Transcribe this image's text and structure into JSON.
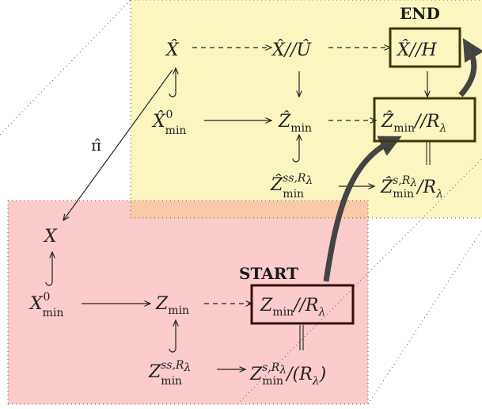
{
  "panels": {
    "top_color": "#fbf6c0",
    "bottom_color": "#fccbcb",
    "overlap_color": "#f9c9a8"
  },
  "labels": {
    "start": "START",
    "end": "END"
  },
  "map_label": "π̂",
  "boxes": {
    "end_color": "#3b3a09",
    "start_color": "#3a0d0d",
    "path_color": "#444444"
  },
  "nodes": {
    "X_hat": "X̂",
    "X_hat_U_hat": "X̂//Û",
    "X_hat_H": "X̂//H",
    "X_hat_min": "X̂",
    "Z_hat_min": "Ẑ",
    "Z_hat_min_R": "Ẑ",
    "Z_hat_ss": "Ẑ",
    "Z_hat_s": "Ẑ",
    "X": "X",
    "X_min": "X",
    "Z_min": "Z",
    "Z_min_R": "Z",
    "Z_ss": "Z",
    "Z_s": "Z"
  }
}
